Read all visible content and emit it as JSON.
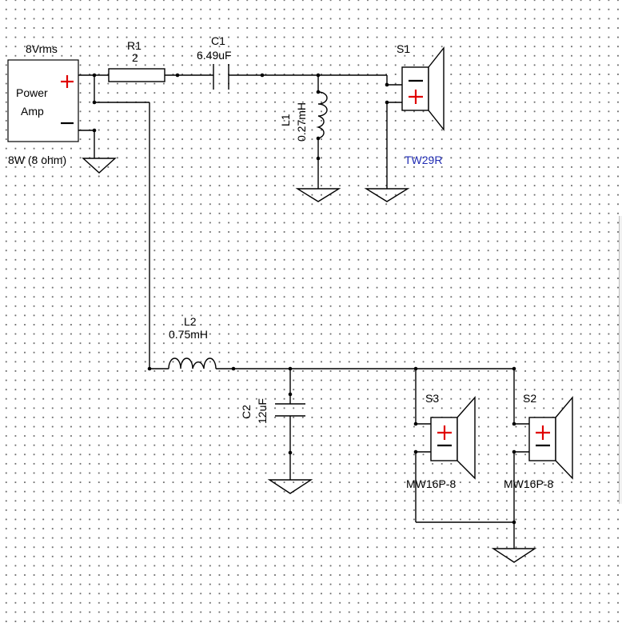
{
  "amp": {
    "voltage": "8Vrms",
    "name_line1": "Power",
    "name_line2": "Amp",
    "rating": "8W (8 ohm)"
  },
  "r1": {
    "ref": "R1",
    "value": "2"
  },
  "c1": {
    "ref": "C1",
    "value": "6.49uF"
  },
  "l1": {
    "ref": "L1",
    "value": "0.27mH"
  },
  "l2": {
    "ref": "L2",
    "value": "0.75mH"
  },
  "c2": {
    "ref": "C2",
    "value": "12uF"
  },
  "s1": {
    "ref": "S1",
    "model": "TW29R"
  },
  "s2": {
    "ref": "S2",
    "model": "MW16P-8"
  },
  "s3": {
    "ref": "S3",
    "model": "MW16P-8"
  },
  "colors": {
    "wire": "#000000",
    "plus": "#e00000",
    "model_label": "#1f2bb3",
    "grid_dot": "#6e6e6e"
  }
}
